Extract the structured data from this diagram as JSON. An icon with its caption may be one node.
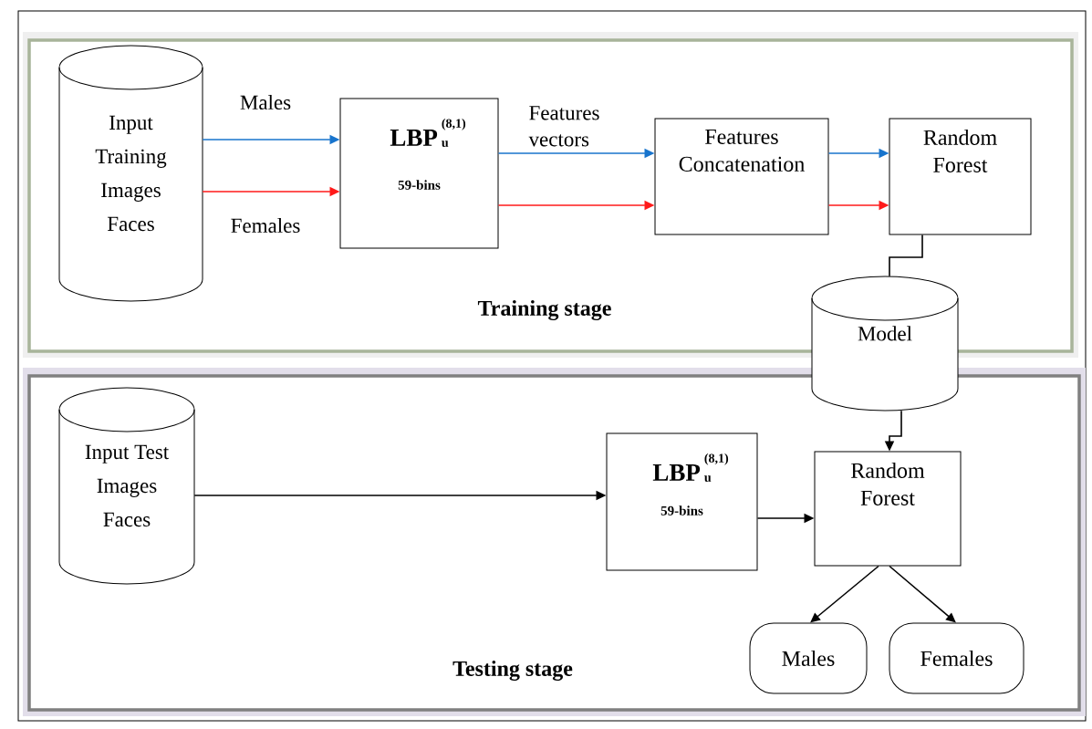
{
  "diagram": {
    "nodes": [
      {
        "text": [
          "Training stage"
        ]
      },
      {
        "text": [
          "Input Training Images Faces"
        ],
        "in": 0
      },
      {
        "text": [
          "LBP",
          "(8,1)",
          "u",
          "59-bins"
        ],
        "in": 0
      },
      {
        "text": [
          "Features Concatenation"
        ],
        "in": 0
      },
      {
        "text": [
          "Random Forest"
        ],
        "in": 0
      },
      {
        "text": [
          "Model"
        ]
      },
      {
        "text": [
          "Testing stage"
        ]
      },
      {
        "text": [
          "Input Test Images Faces"
        ],
        "in": 6
      },
      {
        "text": [
          "LBP",
          "(8,1)",
          "u",
          "59-bins"
        ],
        "in": 6
      },
      {
        "text": [
          "Random Forest"
        ],
        "in": 6
      },
      {
        "text": [
          "Males"
        ],
        "in": 6
      },
      {
        "text": [
          "Females"
        ],
        "in": 6
      }
    ],
    "edges": [
      {
        "from": 1,
        "to": 2,
        "arrow": "to",
        "label": "Males",
        "color": "#1874cd"
      },
      {
        "from": 1,
        "to": 2,
        "arrow": "to",
        "label": "Females",
        "color": "#ff1a1a"
      },
      {
        "from": 2,
        "to": 3,
        "arrow": "to",
        "label": "Features vectors",
        "color": "#1874cd"
      },
      {
        "from": 2,
        "to": 3,
        "arrow": "to",
        "color": "#ff1a1a"
      },
      {
        "from": 3,
        "to": 4,
        "arrow": "to",
        "color": "#1874cd"
      },
      {
        "from": 3,
        "to": 4,
        "arrow": "to",
        "color": "#ff1a1a"
      },
      {
        "from": 4,
        "to": 5,
        "arrow": "none"
      },
      {
        "from": 5,
        "to": 9,
        "arrow": "to"
      },
      {
        "from": 7,
        "to": 8,
        "arrow": "to"
      },
      {
        "from": 8,
        "to": 9,
        "arrow": "to"
      },
      {
        "from": 9,
        "to": 10,
        "arrow": "to"
      },
      {
        "from": 9,
        "to": 11,
        "arrow": "to"
      }
    ]
  }
}
